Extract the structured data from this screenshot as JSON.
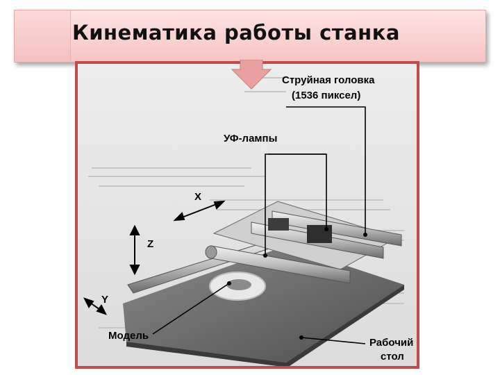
{
  "slide": {
    "title": "Кинематика работы станка"
  },
  "figure": {
    "labels": {
      "print_head_line1": "Струйная головка",
      "print_head_line2": "(1536 пиксел)",
      "uv_lamps": "УФ-лампы",
      "axis_x": "X",
      "axis_z": "Z",
      "axis_y": "Y",
      "model": "Модель",
      "work_table_line1": "Рабочий",
      "work_table_line2": "стол"
    }
  },
  "colors": {
    "banner": "#f6c4c4",
    "frame_border": "#bf4c4c",
    "pointer": "#e9a0a0"
  }
}
